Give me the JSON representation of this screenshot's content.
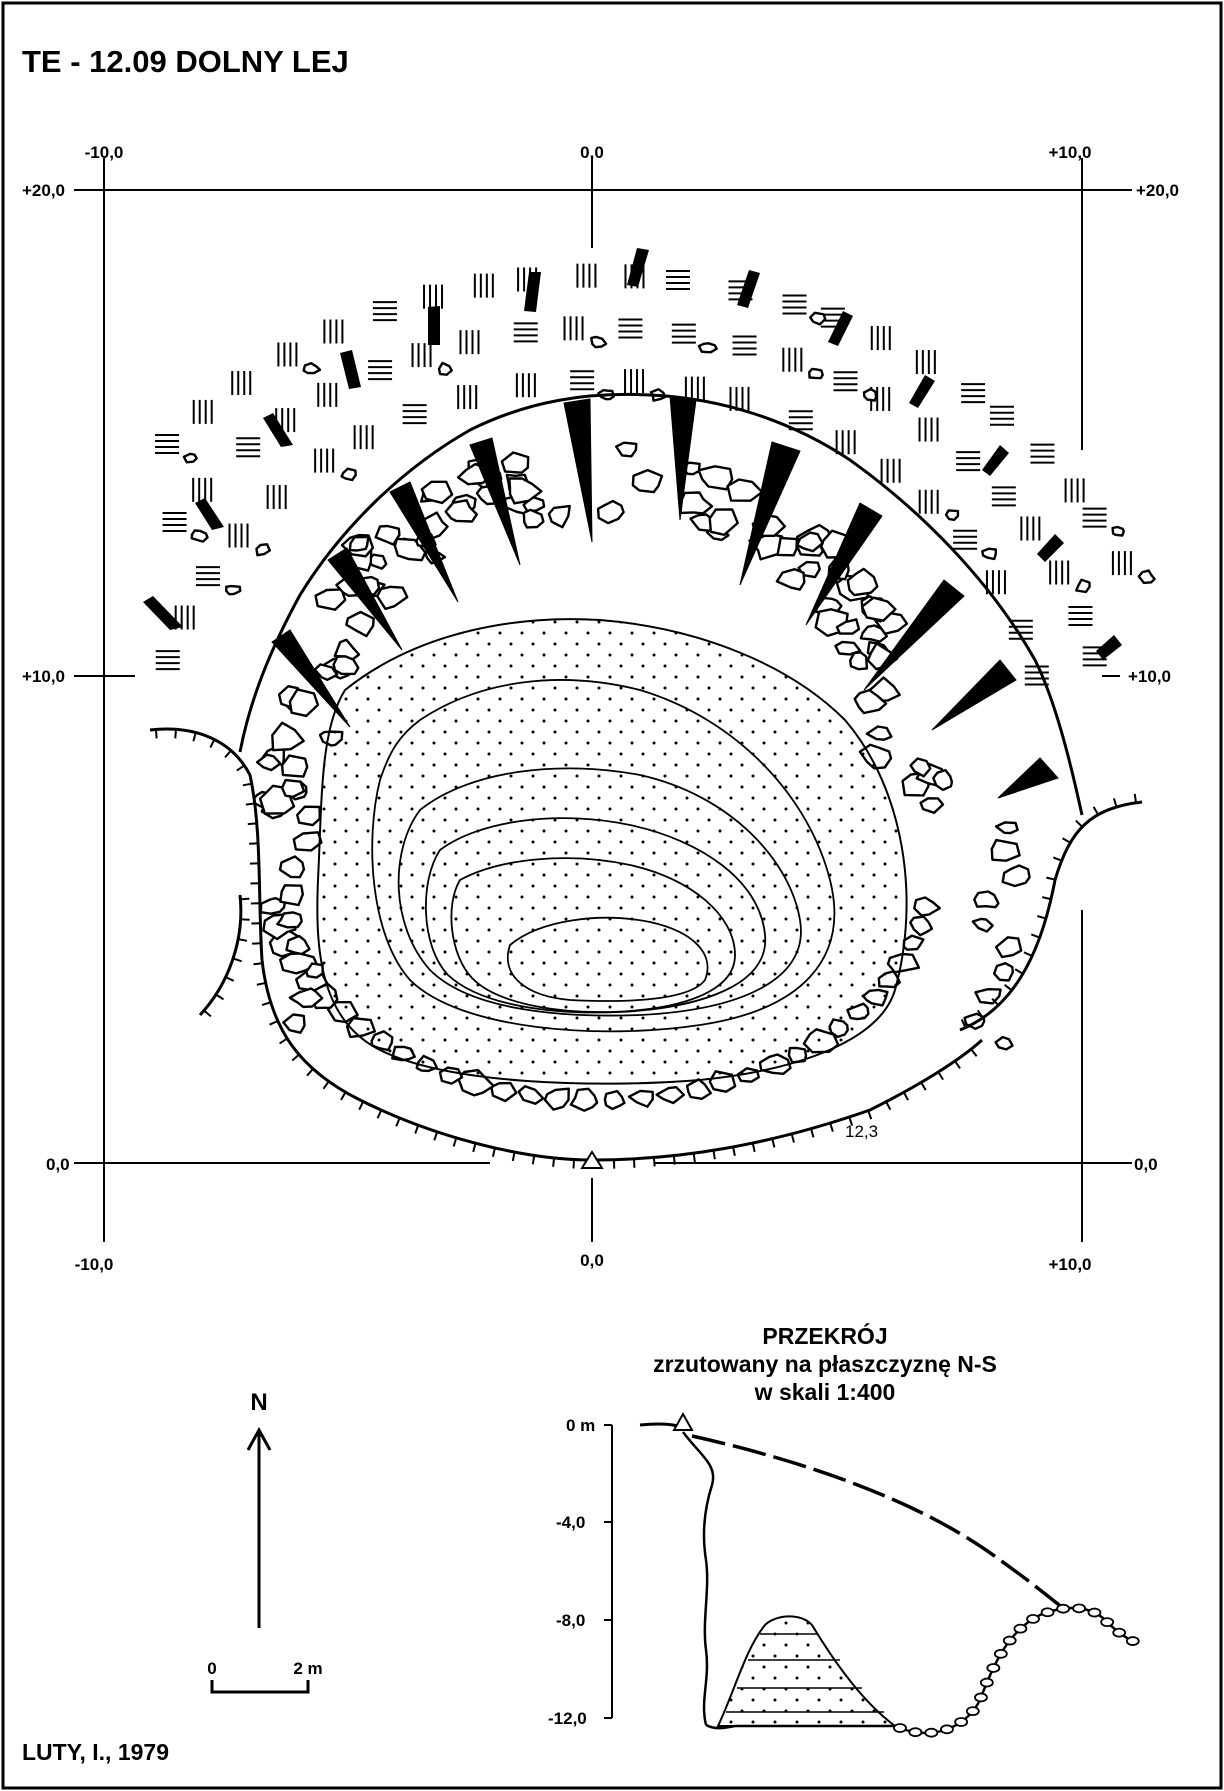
{
  "title": "TE - 12.09  DOLNY LEJ",
  "author": "LUTY, I., 1979",
  "grid": {
    "x_labels": [
      "-10,0",
      "0,0",
      "+10,0"
    ],
    "y_labels": [
      "+20,0",
      "+10,0",
      "0,0"
    ]
  },
  "elevation_label": "12,3",
  "north_label": "N",
  "scale_bar": {
    "start": "0",
    "end": "2 m"
  },
  "section": {
    "title": "PRZEKRÓJ",
    "subtitle": "zrzutowany na płaszczyznę N-S",
    "scale": "w skali 1:400",
    "depth_labels": [
      "0 m",
      "-4,0",
      "-8,0",
      "-12,0"
    ]
  }
}
